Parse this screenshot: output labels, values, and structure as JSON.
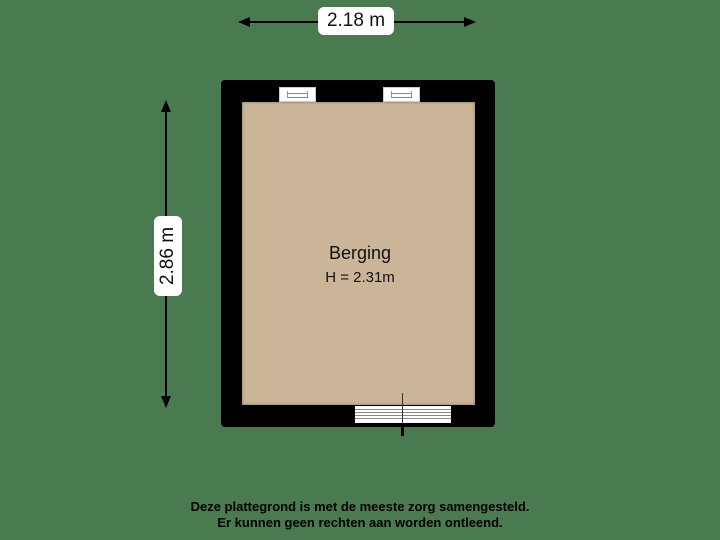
{
  "dimensions": {
    "width_label": "2.18 m",
    "height_label": "2.86 m"
  },
  "room": {
    "name": "Berging",
    "height": "H = 2.31m"
  },
  "openings": {
    "top_windows": 2,
    "bottom_door": 1
  },
  "disclaimer": {
    "line1": "Deze plattegrond is met de meeste zorg samengesteld.",
    "line2": "Er kunnen geen rechten aan worden ontleend."
  },
  "colors": {
    "background": "#4a7a4f",
    "wall": "#000000",
    "floor": "#cbb598",
    "label_bg": "#ffffff"
  }
}
